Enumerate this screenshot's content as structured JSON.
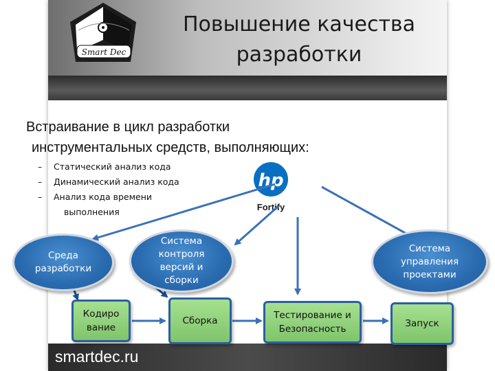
{
  "slide": {
    "title_lines": [
      "Повышение качества",
      "разработки"
    ],
    "intro_lines": [
      "Встраивание в цикл разработки",
      "инструментальных средств, выполняющих:"
    ],
    "bullets": [
      {
        "dash": "–",
        "text": "Статический анализ кода"
      },
      {
        "dash": "–",
        "text": "Динамический анализ кода"
      },
      {
        "dash": "–",
        "text": "Анализ кода времени",
        "continuation": "выполнения"
      }
    ],
    "hp_logo": {
      "mark": "hp",
      "caption": "Fortify",
      "color": "#0a6fc2"
    },
    "logo": {
      "text": "Smart Dec"
    },
    "ellipses": {
      "dev_env": "Среда\nразработки",
      "vcs": "Система\nконтроля\nверсий и\nсборки",
      "pm": "Система\nуправления\nпроектами"
    },
    "boxes": {
      "coding": "Кодиро\nвание",
      "build": "Сборка",
      "testing": "Тестирование и\nБезопасность",
      "launch": "Запуск"
    },
    "footer": "smartdec.ru",
    "colors": {
      "ellipse_fill": "#2a6bb0",
      "box_fill": "#8fd27a",
      "box_border": "#2b5fa0",
      "arrow": "#3a72b8"
    }
  }
}
